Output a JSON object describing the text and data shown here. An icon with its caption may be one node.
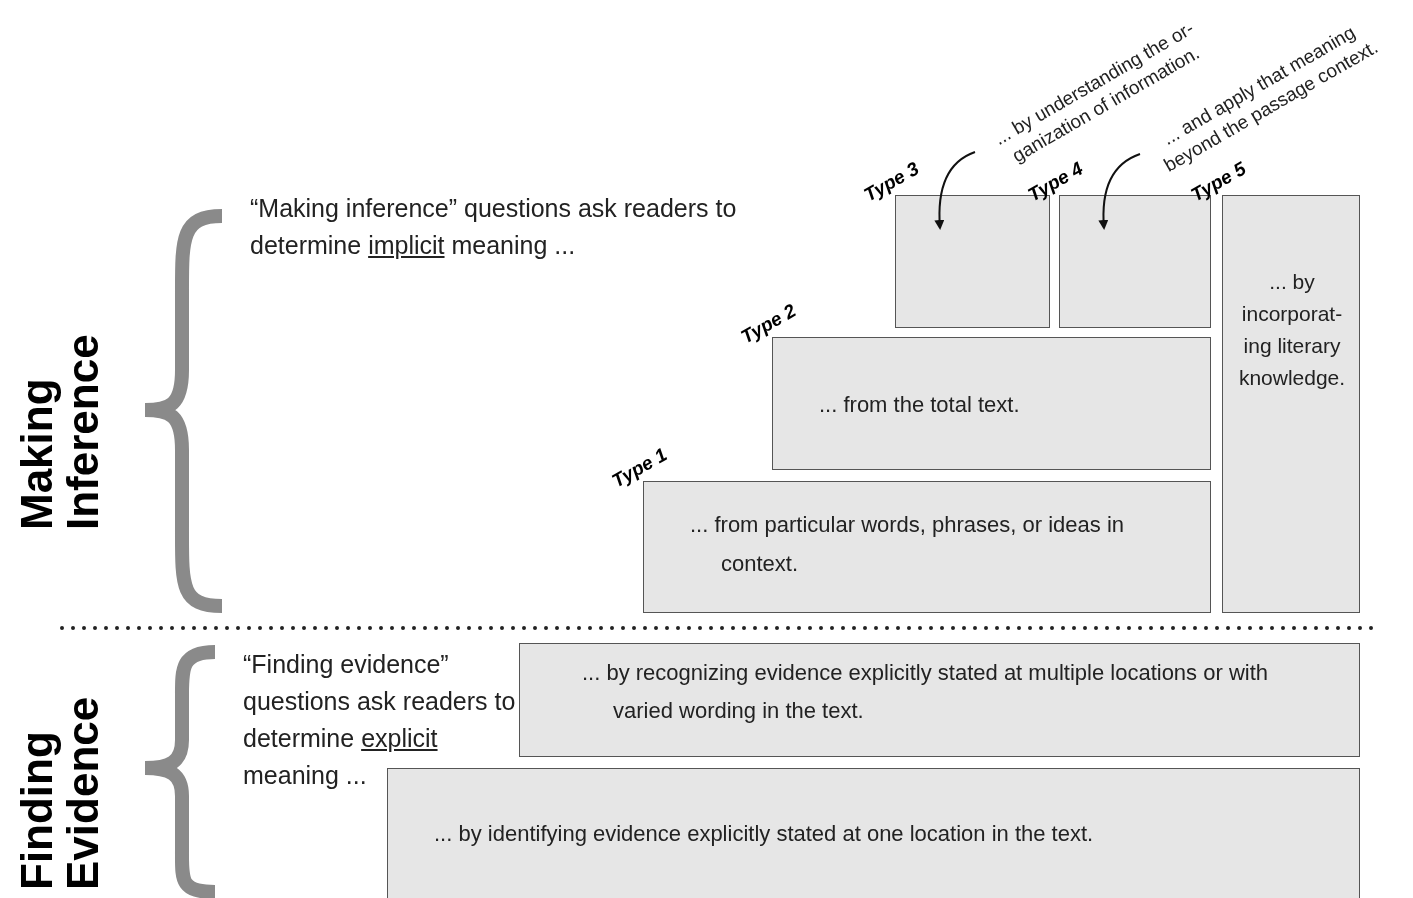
{
  "diagram": {
    "nodes": [
      {
        "text": [
          "... by understanding the or- ganization of information."
        ]
      },
      {
        "text": [
          "... and apply that meaning beyond the passage context."
        ]
      },
      {
        "text": [
          "Type 3"
        ]
      },
      {
        "text": [
          "Type 4"
        ]
      },
      {
        "text": [
          "Type 5",
          "... by incorporat- ing literary knowledge."
        ]
      },
      {
        "text": [
          "Type 2",
          "... from the total text."
        ]
      },
      {
        "text": [
          "Type 1",
          "... from particular words, phrases, or ideas in context."
        ]
      },
      {
        "text": [
          "... by recognizing evidence explicitly stated at multiple locations or with varied wording in the text."
        ]
      },
      {
        "text": [
          "... by identifying evidence explicitly stated at one location in the text."
        ]
      }
    ],
    "edges": [
      {
        "from": 0,
        "to": 2,
        "arrow": "to"
      },
      {
        "from": 1,
        "to": 3,
        "arrow": "to"
      }
    ],
    "labels": [
      "Making Inference",
      "“Making inference” questions ask readers to determine *implicit* meaning ...",
      "Finding Evidence",
      "“Finding evidence” questions ask readers to determine *explicit* meaning ..."
    ]
  }
}
